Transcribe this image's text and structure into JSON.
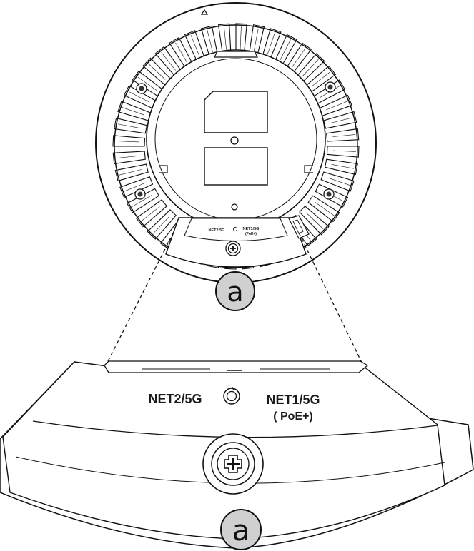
{
  "device": {
    "small_port_label_left": "NET2/5G",
    "small_port_label_right": "NET1/5G",
    "small_port_label_right_sub": "(PoE+)"
  },
  "detail": {
    "port_label_left": "NET2/5G",
    "port_label_right": "NET1/5G",
    "port_label_right_sub": "( PoE+)"
  },
  "callouts": {
    "top": "a",
    "bottom": "a"
  }
}
